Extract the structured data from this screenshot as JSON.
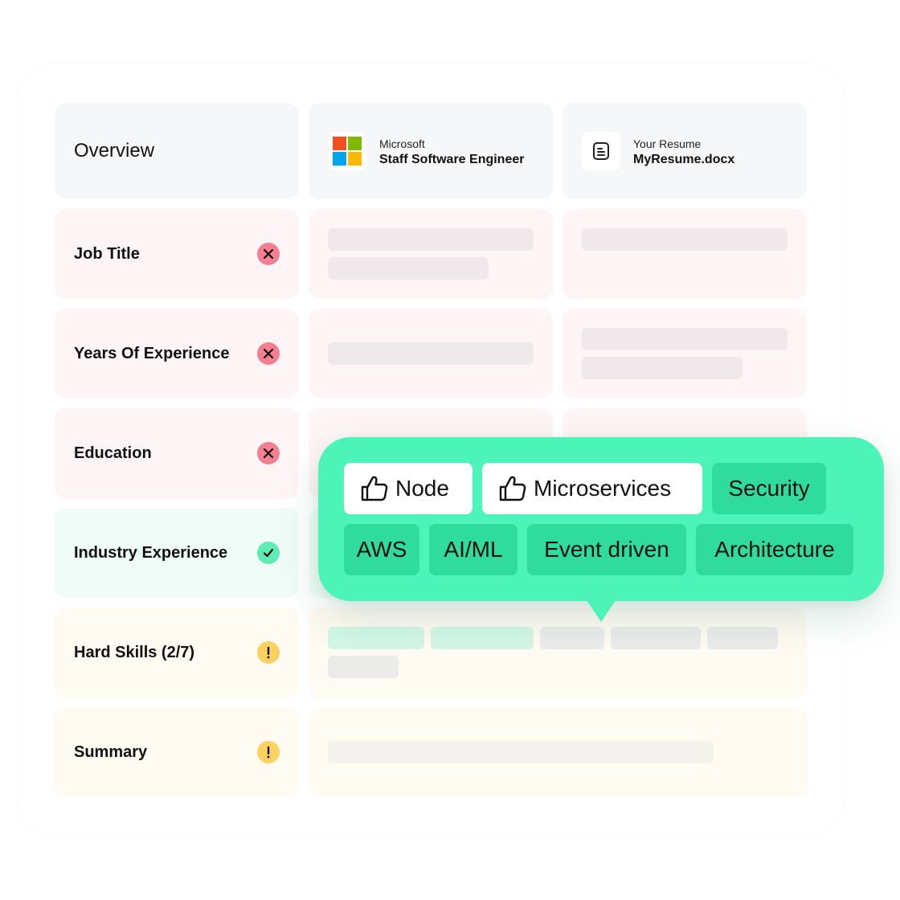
{
  "overview": {
    "title": "Overview",
    "job": {
      "company": "Microsoft",
      "position": "Staff Software Engineer"
    },
    "resume": {
      "label": "Your Resume",
      "filename": "MyResume.docx"
    }
  },
  "rows": [
    {
      "label": "Job Title",
      "status": "mismatch"
    },
    {
      "label": "Years Of Experience",
      "status": "mismatch"
    },
    {
      "label": "Education",
      "status": "mismatch"
    },
    {
      "label": "Industry Experience",
      "status": "match"
    },
    {
      "label": "Hard Skills (2/7)",
      "status": "warning"
    },
    {
      "label": "Summary",
      "status": "warning"
    }
  ],
  "skills_popup": {
    "matched": [
      "Node",
      "Microservices"
    ],
    "missing": [
      "Security",
      "AWS",
      "AI/ML",
      "Event driven",
      "Architecture"
    ]
  },
  "colors": {
    "mismatch": "#f57f91",
    "match": "#5eebb5",
    "warning": "#fdd15f",
    "popup": "#4df4b9",
    "chip_missing": "#2fdc9d"
  },
  "icons": {
    "mismatch": "x-icon",
    "match": "check-icon",
    "warning": "exclamation-icon",
    "matched_skill": "thumbs-up-icon",
    "resume": "document-icon",
    "company": "microsoft-logo"
  }
}
